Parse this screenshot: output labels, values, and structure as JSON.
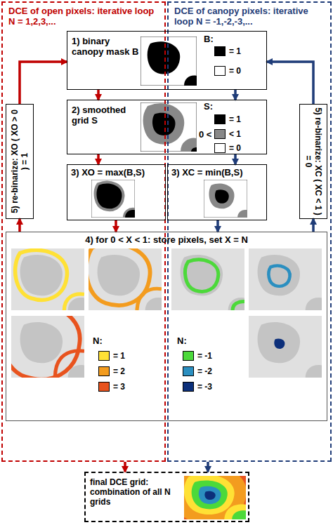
{
  "diagram": {
    "nodes": [
      {
        "text": [
          "DCE of open pixels: iterative loop N = 1,2,3,..."
        ]
      },
      {
        "text": [
          "DCE of canopy pixels: iterative loop N = -1,-2,-3,..."
        ]
      },
      {
        "text": [
          "1) binary canopy mask B"
        ]
      },
      {
        "text": [
          "2) smoothed grid S"
        ]
      },
      {
        "text": [
          "3) XO = max(B,S)"
        ],
        "in": 0
      },
      {
        "text": [
          "3) XC = min(B,S)"
        ],
        "in": 1
      },
      {
        "text": [
          "5) re-binarize: XO ( XO > 0 ) = 1"
        ],
        "in": 0
      },
      {
        "text": [
          "5) re-binarize: XC ( XC < 1 ) = 0"
        ],
        "in": 1
      },
      {
        "text": [
          "4) for 0 < X < 1: store pixels, set X = N"
        ]
      },
      {
        "text": [
          "final DCE grid: combination of all N grids"
        ]
      }
    ],
    "edges": [
      {
        "from": 2,
        "to": 3,
        "arrow": "to"
      },
      {
        "from": 3,
        "to": 4,
        "arrow": "to"
      },
      {
        "from": 2,
        "to": 3,
        "arrow": "to"
      },
      {
        "from": 3,
        "to": 5,
        "arrow": "to"
      },
      {
        "from": 4,
        "to": 8,
        "arrow": "to"
      },
      {
        "from": 5,
        "to": 8,
        "arrow": "to"
      },
      {
        "from": 8,
        "to": 6,
        "arrow": "to"
      },
      {
        "from": 6,
        "to": 2,
        "arrow": "to"
      },
      {
        "from": 8,
        "to": 7,
        "arrow": "to"
      },
      {
        "from": 7,
        "to": 2,
        "arrow": "to"
      },
      {
        "from": 0,
        "to": 9,
        "arrow": "to"
      },
      {
        "from": 1,
        "to": 9,
        "arrow": "to"
      }
    ],
    "labels": [
      "B:",
      "S:",
      "0 <",
      "N:",
      "N:"
    ],
    "legend": [
      {
        "text": "= 1",
        "color": "#000000"
      },
      {
        "text": "= 0",
        "color": "#ffffff"
      },
      {
        "text": "= 1",
        "color": "#000000"
      },
      {
        "text": "< 1",
        "color": "#888888"
      },
      {
        "text": "= 0",
        "color": "#ffffff"
      },
      {
        "text": "= 1",
        "color": "#ffe135"
      },
      {
        "text": "= 2",
        "color": "#f39c1f"
      },
      {
        "text": "= 3",
        "color": "#e8531e"
      },
      {
        "text": "= -1",
        "color": "#4cd93a"
      },
      {
        "text": "= -2",
        "color": "#2b8fc0"
      },
      {
        "text": "= -3",
        "color": "#0c2f7a"
      }
    ]
  }
}
